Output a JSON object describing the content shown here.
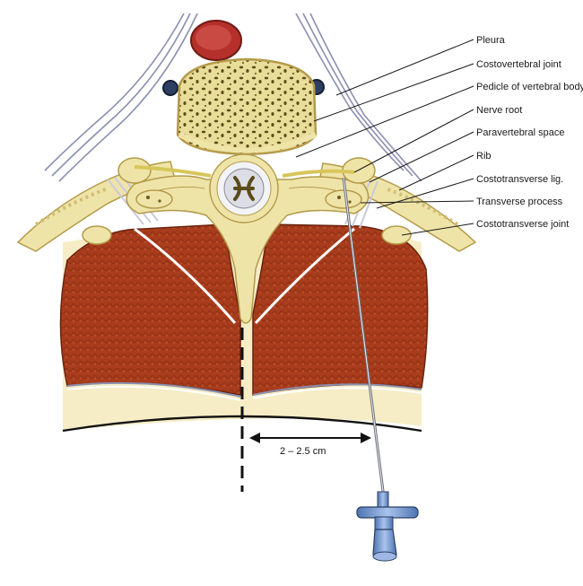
{
  "labels": [
    "Pleura",
    "Costovertebral joint",
    "Pedicle of vertebral body",
    "Nerve root",
    "Paravertebral space",
    "Rib",
    "Costotransverse lig.",
    "Transverse process",
    "Costotransverse joint"
  ],
  "distance_label": "2 – 2.5 cm",
  "colors": {
    "bone": "#efe4a8",
    "bone_outline": "#b49a4a",
    "cancellous_spots": "#6b5a1e",
    "muscle": "#a83c1c",
    "muscle_dark": "#7d2a12",
    "fat": "#f6edc6",
    "pleura": "#8a8fb0",
    "aorta": "#b5302a",
    "vessel": "#2d3e63",
    "ligament": "#d9dbe8",
    "needle_hub": "#6f95cf"
  }
}
